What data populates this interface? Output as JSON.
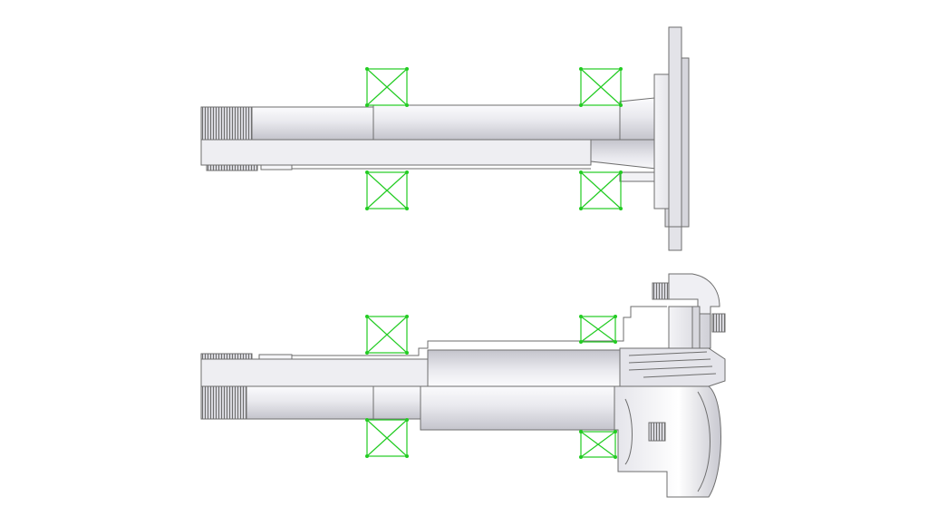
{
  "diagram": {
    "description_hidden": "",
    "colors": {
      "part_outline": "#6e6e6e",
      "part_fill_light": "#f7f7fa",
      "part_fill_dark": "#c9c9d0",
      "bearing": "#22cc22",
      "background": "#ffffff"
    },
    "views": [
      {
        "id": "spindle-top",
        "bearings": 4
      },
      {
        "id": "spindle-bottom",
        "bearings": 4
      }
    ]
  }
}
